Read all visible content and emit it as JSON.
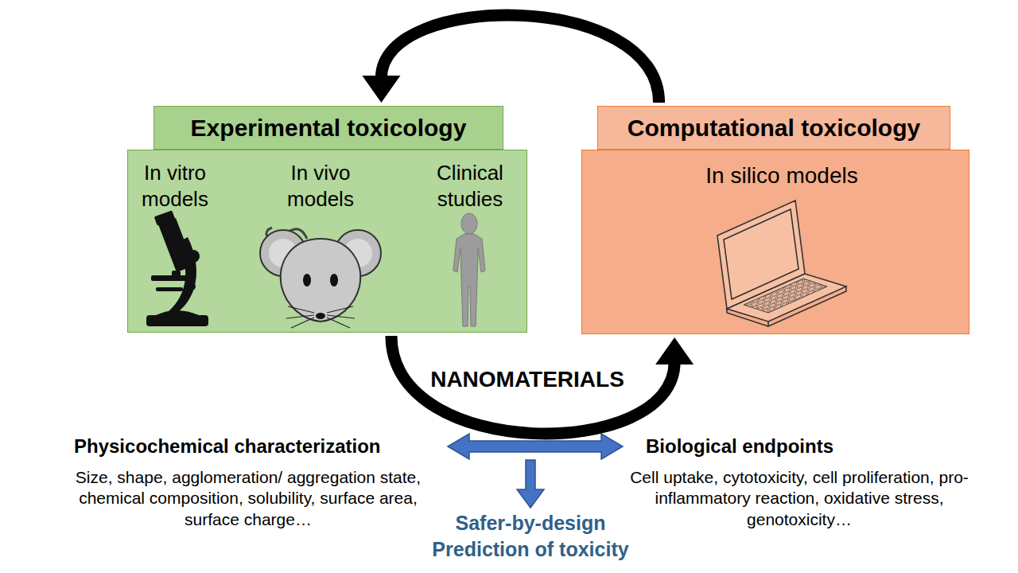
{
  "diagram": {
    "nodes": [
      {
        "text": [
          "Experimental toxicology"
        ]
      },
      {
        "text": [
          "In vitro models"
        ],
        "in": 0
      },
      {
        "text": [
          "In vivo models"
        ],
        "in": 0
      },
      {
        "text": [
          "Clinical studies"
        ],
        "in": 0
      },
      {
        "text": [
          "Computational toxicology",
          "In silico models"
        ]
      }
    ],
    "edges": [
      {
        "from": 4,
        "to": 0,
        "arrow": "to"
      },
      {
        "from": 0,
        "to": 4,
        "label": "NANOMATERIALS",
        "arrow": "to"
      }
    ],
    "labels": [
      "Physicochemical characterization",
      "Size, shape, agglomeration/ aggregation state, chemical composition, solubility, surface area, surface charge…",
      "Biological endpoints",
      "Cell uptake, cytotoxicity, cell proliferation, pro-inflammatory reaction, oxidative stress, genotoxicity…",
      "Safer-by-design",
      "Prediction of toxicity"
    ]
  }
}
